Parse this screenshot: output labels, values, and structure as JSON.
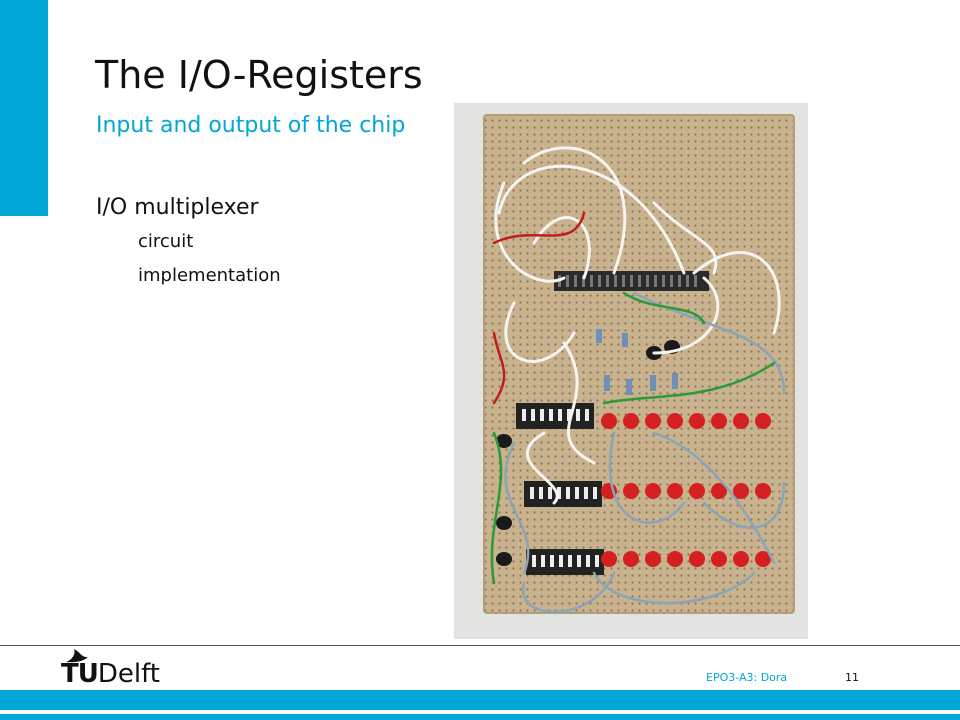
{
  "slide": {
    "title": "The I/O-Registers",
    "subtitle": "Input and output of the chip",
    "bullets": [
      {
        "text": "I/O multiplexer",
        "sub": [
          "circuit",
          "implementation"
        ]
      }
    ]
  },
  "footer": {
    "logo": {
      "tu": "TU",
      "name": "Delft"
    },
    "course": "EPO3-A3:  Dora",
    "page_number": "11"
  },
  "colors": {
    "accent": "#00A6D6",
    "text": "#111111"
  },
  "photo": {
    "subject": "perfboard-circuit-photo"
  }
}
